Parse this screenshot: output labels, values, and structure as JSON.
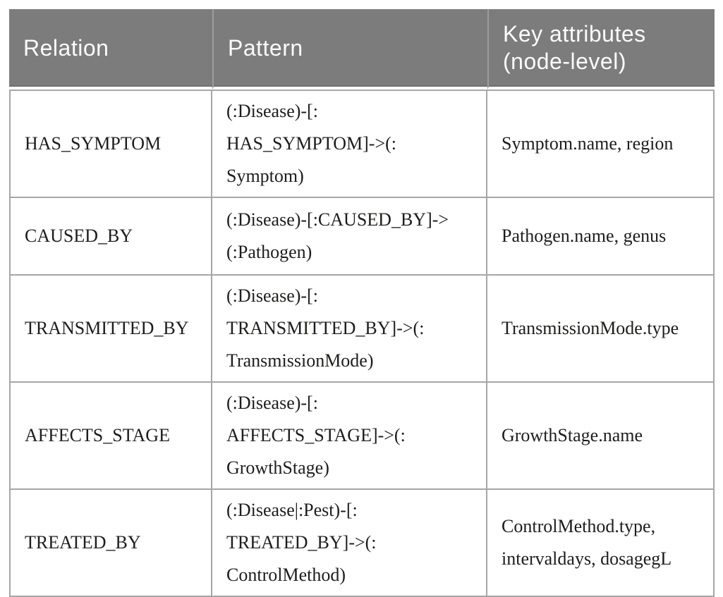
{
  "table": {
    "columns": [
      "Relation",
      "Pattern",
      "Key attributes\n(node-level)"
    ],
    "rows": [
      {
        "relation": "HAS_SYMPTOM",
        "pattern": "(:Disease)-[:\nHAS_SYMPTOM]->(:\nSymptom)",
        "attributes": "Symptom.name, region"
      },
      {
        "relation": "CAUSED_BY",
        "pattern": "(:Disease)-[:CAUSED_BY]->\n(:Pathogen)",
        "attributes": "Pathogen.name, genus"
      },
      {
        "relation": "TRANSMITTED_BY",
        "pattern": "(:Disease)-[:\nTRANSMITTED_BY]->(:\nTransmissionMode)",
        "attributes": "TransmissionMode.type"
      },
      {
        "relation": "AFFECTS_STAGE",
        "pattern": "(:Disease)-[:\nAFFECTS_STAGE]->(:\nGrowthStage)",
        "attributes": "GrowthStage.name"
      },
      {
        "relation": "TREATED_BY",
        "pattern": "(:Disease|:Pest)-[:\nTREATED_BY]->(:\nControlMethod)",
        "attributes": "ControlMethod.type,\nintervaldays, dosagegL"
      }
    ],
    "colors": {
      "header_bg": "#7c7c7c",
      "header_text": "#fbfbfb",
      "header_divider": "#9c9c9c",
      "body_text": "#1d1d1b",
      "cell_border": "#a6a6a6"
    }
  }
}
